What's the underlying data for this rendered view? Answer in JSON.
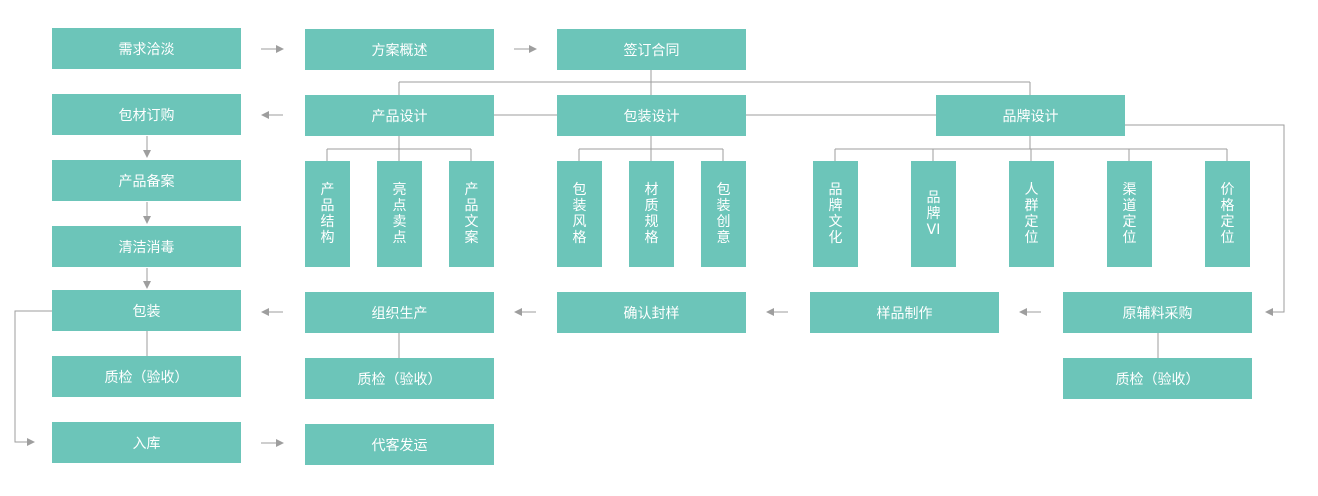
{
  "colors": {
    "box": "#6cc5b9",
    "line": "#9e9e9e",
    "text": "#ffffff"
  },
  "flow": {
    "demand": "需求洽淡",
    "proposal": "方案概述",
    "contract": "签订合同",
    "material_purchase": "包材订购",
    "product_filing": "产品备案",
    "cleaning": "清洁消毒",
    "packing": "包装",
    "qc_packing": "质检（验收）",
    "warehouse": "入库",
    "product_design": "产品设计",
    "package_design": "包装设计",
    "brand_design": "品牌设计",
    "production": "组织生产",
    "qc_production": "质检（验收）",
    "dispatch": "代客发运",
    "confirm_sample": "确认封样",
    "sample_making": "样品制作",
    "raw_purchase": "原辅料采购",
    "qc_raw": "质检（验收）"
  },
  "product_design_items": [
    "产品结构",
    "亮点卖点",
    "产品文案"
  ],
  "package_design_items": [
    "包装风格",
    "材质规格",
    "包装创意"
  ],
  "brand_design_items": [
    "品牌文化",
    "品牌VI",
    "人群定位",
    "渠道定位",
    "价格定位"
  ]
}
